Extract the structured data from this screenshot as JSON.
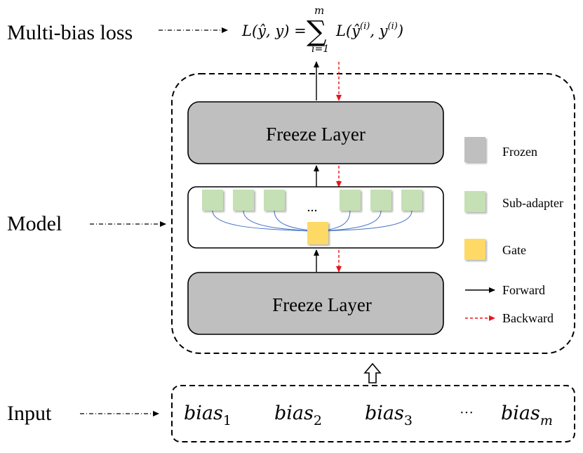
{
  "labels": {
    "multi_bias_loss": "Multi-bias loss",
    "model": "Model",
    "input": "Input"
  },
  "formula": {
    "lhs": "L(ŷ, y) =",
    "sum_symbol": "∑",
    "sum_upper": "m",
    "sum_lower": "i=1",
    "term": "L(ŷ",
    "term_sup1": "(i)",
    "term_mid": ", y",
    "term_sup2": "(i)",
    "term_close": ")"
  },
  "layers": {
    "top": "Freeze Layer",
    "bottom": "Freeze Layer"
  },
  "adapter": {
    "ellipsis": "..."
  },
  "legend": {
    "frozen": "Frozen",
    "sub_adapter": "Sub-adapter",
    "gate": "Gate",
    "forward": "Forward",
    "backward": "Backward"
  },
  "inputs": {
    "word": "bias",
    "items": [
      {
        "sub": "1"
      },
      {
        "sub": "2"
      },
      {
        "sub": "3"
      },
      {
        "sub": "m"
      }
    ],
    "ellipsis": "···"
  },
  "colors": {
    "frozen": "#bfbfbf",
    "sub_adapter": "#c5e0b4",
    "gate": "#ffd966",
    "forward": "#000000",
    "backward": "#e8151b",
    "connector": "#4472c4"
  }
}
